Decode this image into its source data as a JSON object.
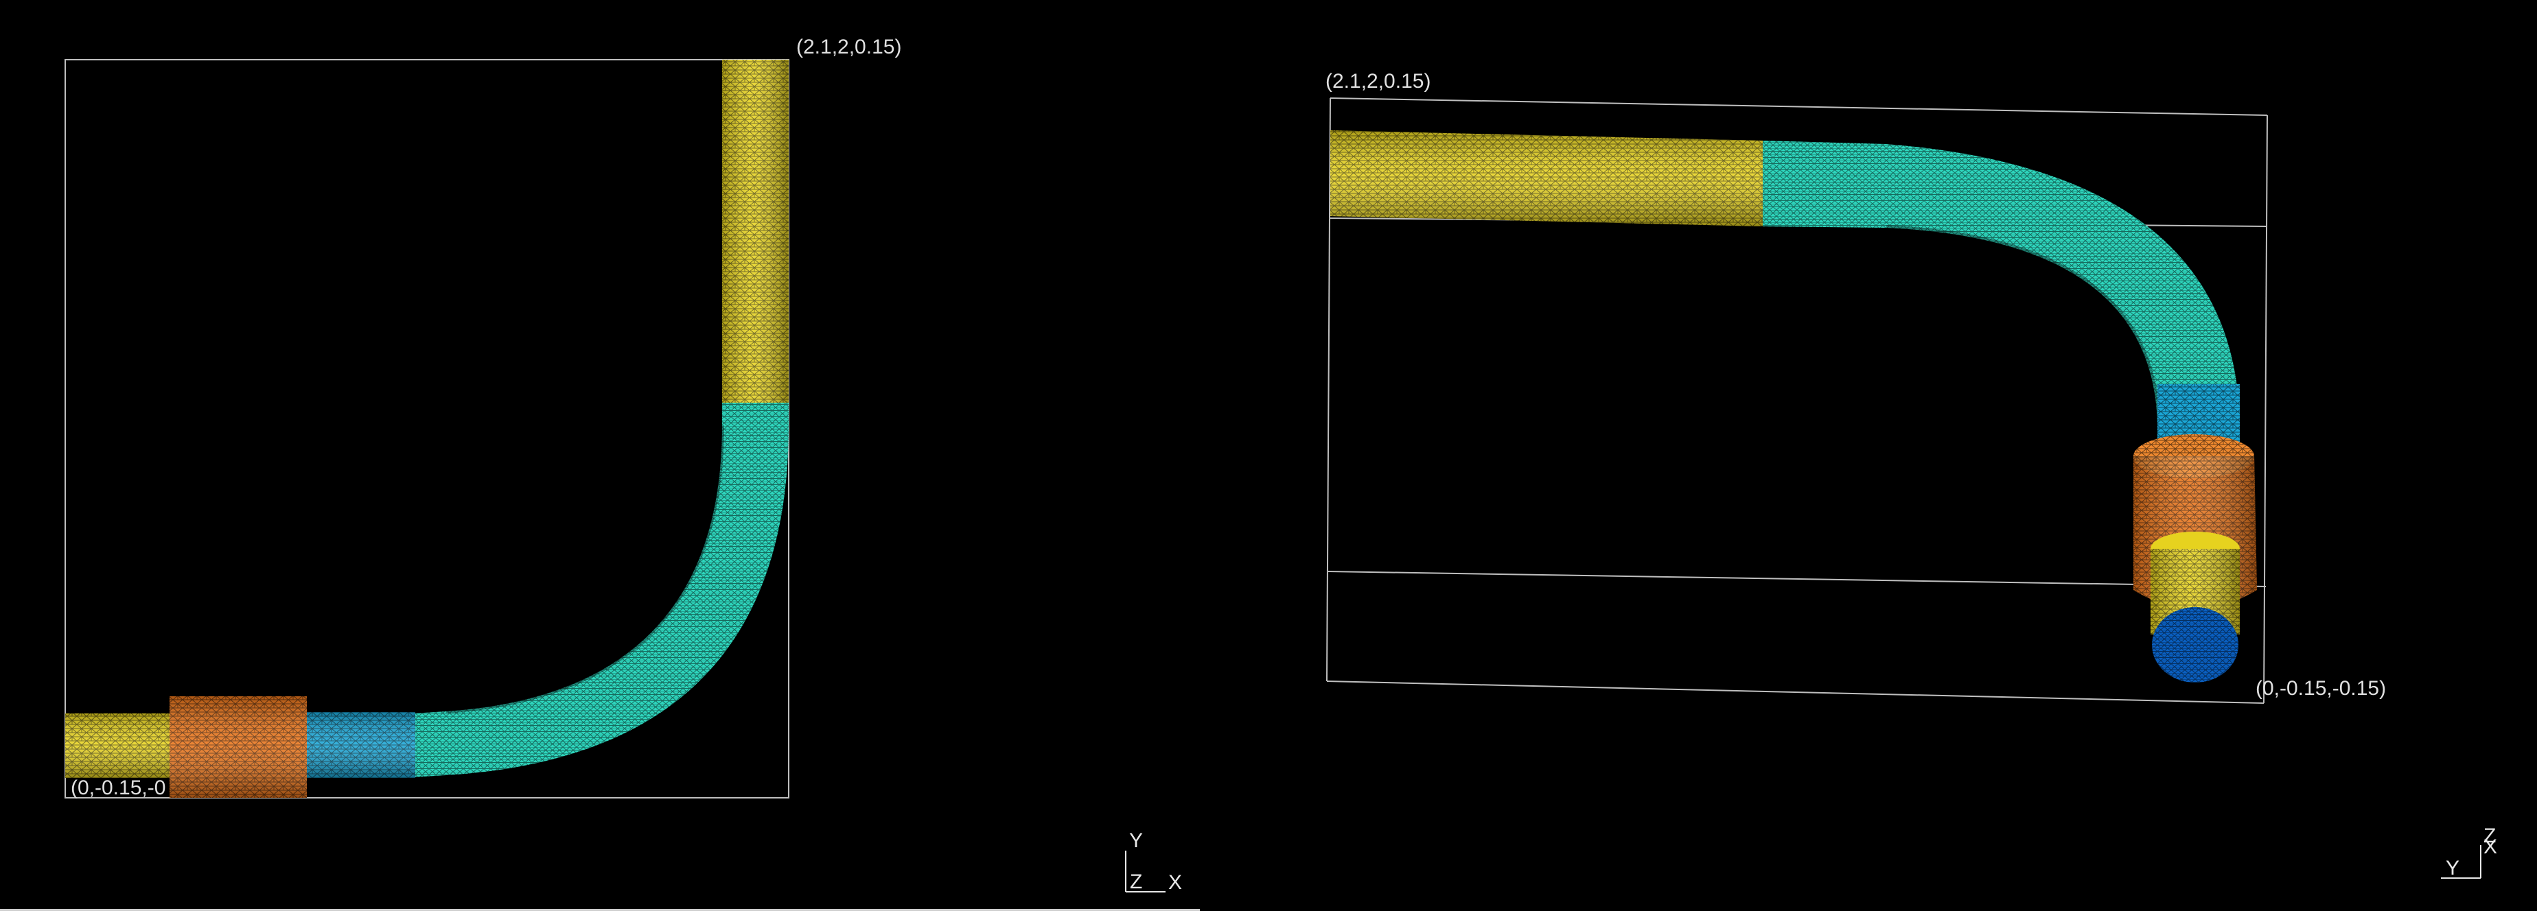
{
  "left_view": {
    "bbox_max_label": "(2.1,2,0.15)",
    "bbox_min_label": "(0,-0.15,-0",
    "axes": {
      "up": "Y",
      "right": "X",
      "out": "Z"
    }
  },
  "right_view": {
    "bbox_max_label": "(2.1,2,0.15)",
    "bbox_min_label": "(0,-0.15,-0.15)",
    "axes": {
      "up": "Z",
      "right": "X",
      "left": "Y"
    }
  },
  "colors": {
    "background": "#000000",
    "straight_pipe": "#e6d21f",
    "elbow": "#2ed6bd",
    "coupling": "#e8741a",
    "transition": "#1aa6d6",
    "end_cap": "#0a5fc0",
    "bbox_line": "#bfbfbf"
  }
}
